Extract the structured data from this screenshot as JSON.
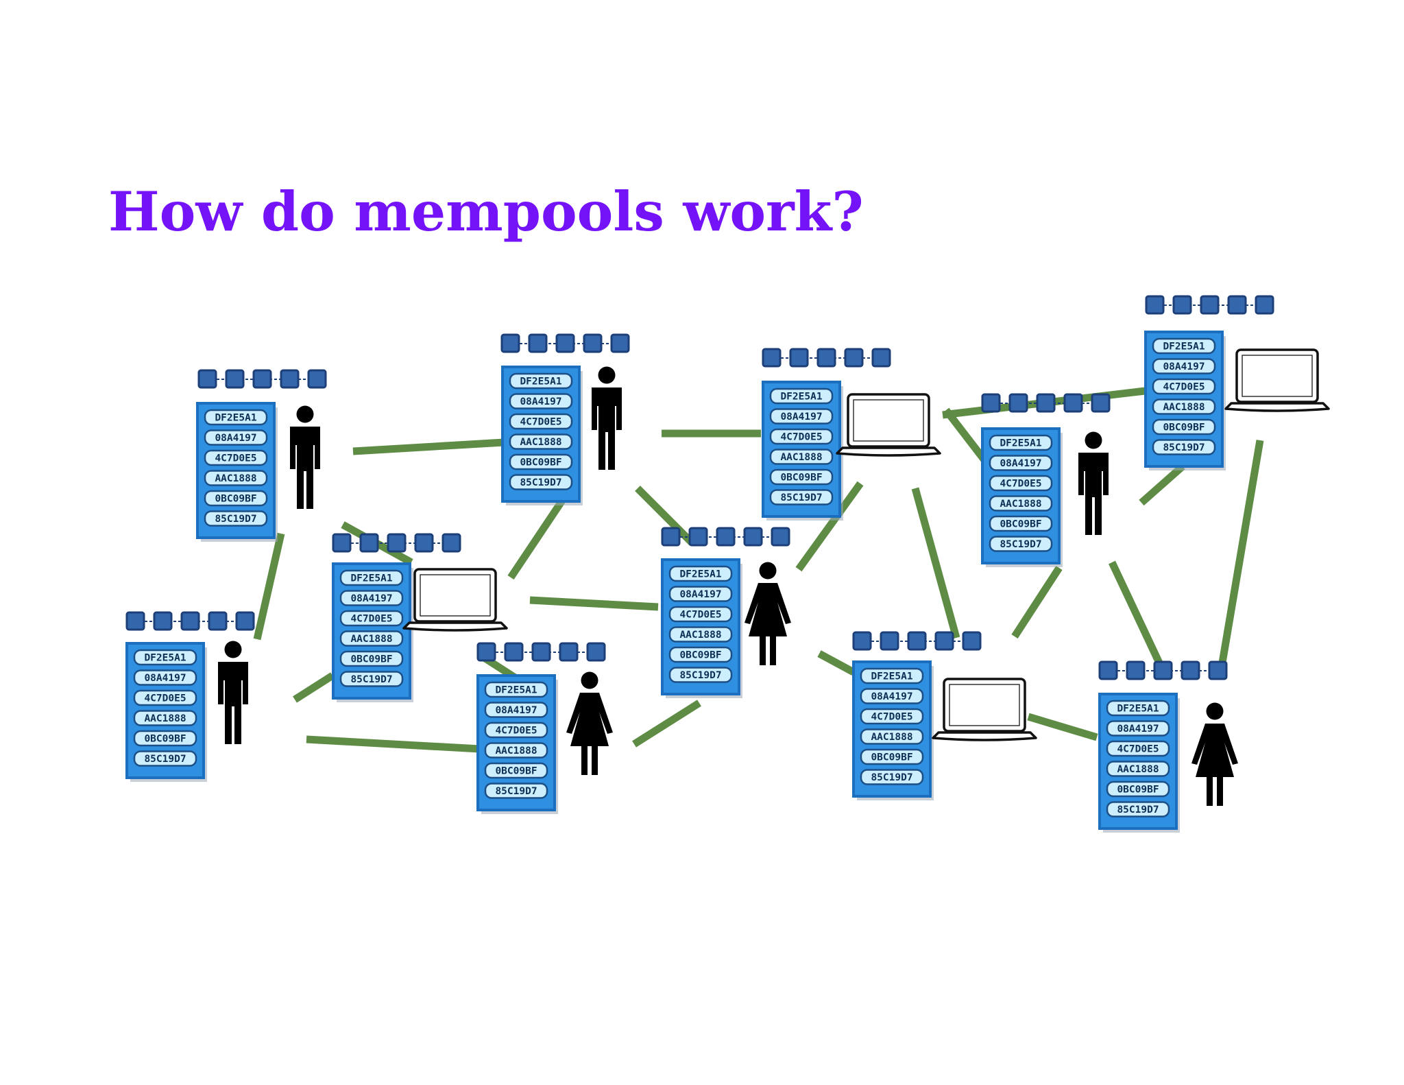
{
  "title": "How do mempools work?",
  "mempool_entries": [
    "DF2E5A1",
    "08A4197",
    "4C7D0E5",
    "AAC1888",
    "0BC09BF",
    "85C19D7"
  ],
  "colors": {
    "title": "#7412f8",
    "link": "#5e8c45",
    "pool_fill": "#2f8fe0",
    "pool_border": "#1c6fbe",
    "entry_fill": "#cdeefd",
    "block_fill": "#3366aa",
    "block_border": "#1d3f78",
    "figure": "#000000"
  },
  "nodes": [
    {
      "name": "node-1",
      "kind": "man"
    },
    {
      "name": "node-2",
      "kind": "man"
    },
    {
      "name": "node-3",
      "kind": "laptop"
    },
    {
      "name": "node-4",
      "kind": "laptop"
    },
    {
      "name": "node-5",
      "kind": "woman"
    },
    {
      "name": "node-6",
      "kind": "man"
    },
    {
      "name": "node-7",
      "kind": "man"
    },
    {
      "name": "node-8",
      "kind": "woman"
    },
    {
      "name": "node-9",
      "kind": "laptop"
    },
    {
      "name": "node-10",
      "kind": "woman"
    },
    {
      "name": "node-11",
      "kind": "laptop"
    }
  ]
}
